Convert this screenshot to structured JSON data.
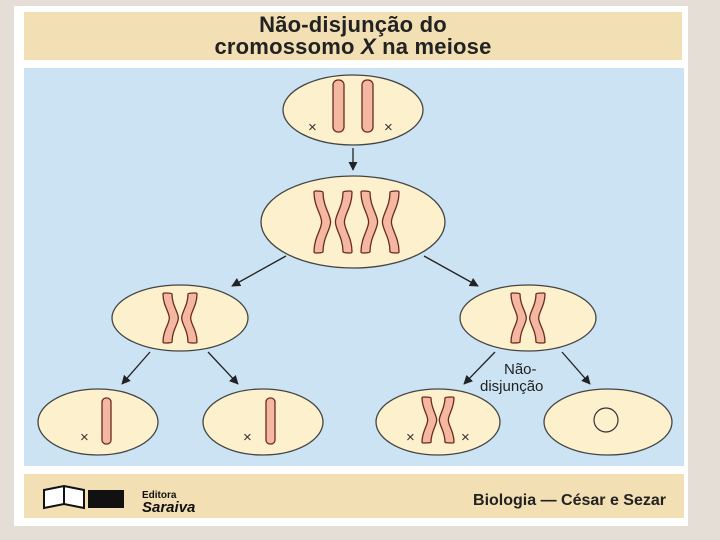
{
  "title": {
    "line1": "Não-disjunção do",
    "line2_a": "cromossomo ",
    "line2_x": "X",
    "line2_b": " na meiose"
  },
  "diagram": {
    "chromosome_marker": "×",
    "nondisjunction_label_line1": "Não-",
    "nondisjunction_label_line2": "disjunção",
    "colors": {
      "cell_fill": "#fdf0cc",
      "chromosome_fill": "#f4b7a0",
      "chromosome_stroke": "#6b2a1e",
      "panel_bg": "#cbe3f3"
    }
  },
  "footer": {
    "publisher_line1": "Editora",
    "publisher_line2": "Saraiva",
    "book_credit": "Biologia — César e Sezar"
  }
}
